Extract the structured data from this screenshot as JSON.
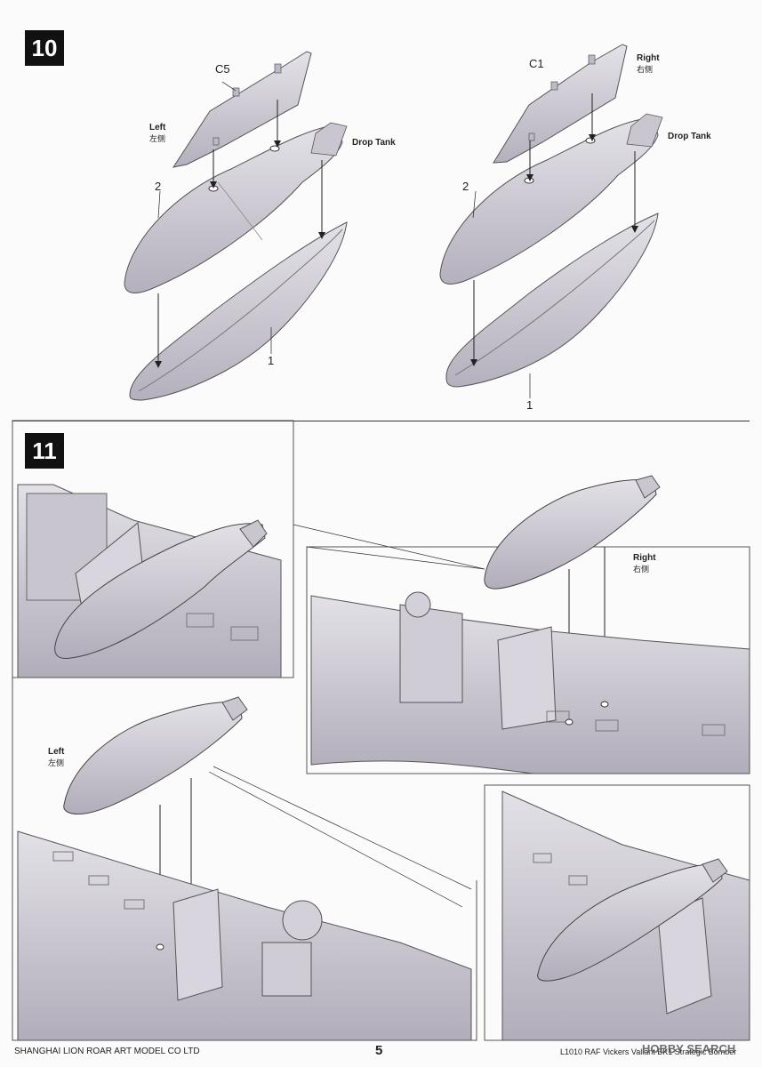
{
  "steps": [
    {
      "number": "10",
      "left": {
        "part_top": "C5",
        "side_en": "Left",
        "side_cn": "左侧",
        "tank_label": "Drop Tank",
        "part_a": "2",
        "part_b": "1"
      },
      "right": {
        "part_top": "C1",
        "side_en": "Right",
        "side_cn": "右侧",
        "tank_label": "Drop Tank",
        "part_a": "2",
        "part_b": "1"
      }
    },
    {
      "number": "11",
      "right_label_en": "Right",
      "right_label_cn": "右侧",
      "left_label_en": "Left",
      "left_label_cn": "左侧"
    }
  ],
  "footer": {
    "company": "SHANGHAI LION ROAR ART MODEL CO LTD",
    "page_number": "5",
    "kit": "L1010 RAF Vickers Valiant BK1 Strategic Bomber",
    "watermark": "HOBBY SEARCH"
  },
  "colors": {
    "part_fill": "#d4d1da",
    "part_shadow": "#a9a5b3",
    "line": "#333333"
  }
}
